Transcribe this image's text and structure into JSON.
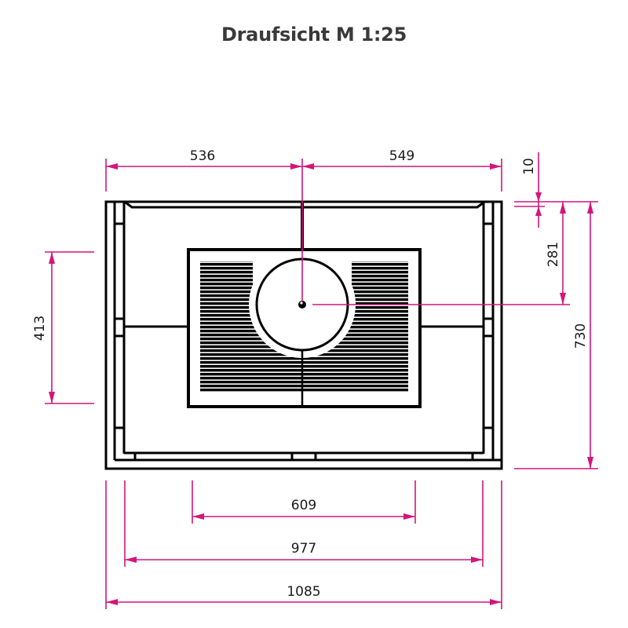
{
  "title": "Draufsicht M 1:25",
  "colors": {
    "dimension": "#d4157a",
    "outline": "#000000",
    "title": "#3a3a3a",
    "text": "#1a1a1a"
  },
  "dimensions": {
    "top_left_width": "536",
    "top_right_width": "549",
    "top_offset": "10",
    "center_depth": "281",
    "total_depth": "730",
    "left_height": "413",
    "firebox_width": "609",
    "inner_width": "977",
    "total_width": "1085"
  },
  "drawing": {
    "view": "top view",
    "scale": "1:25",
    "elements": [
      "outer-frame",
      "inner-frame",
      "firebox-grate",
      "flue-collar",
      "flue-center-point"
    ]
  }
}
